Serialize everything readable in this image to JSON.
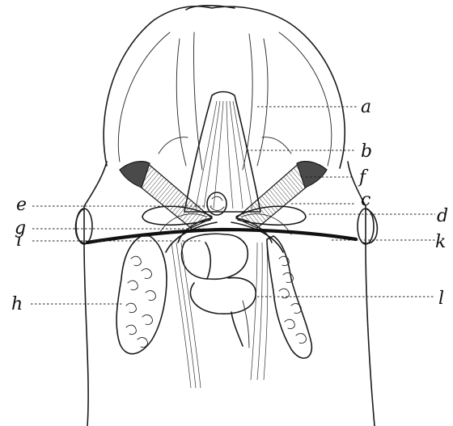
{
  "labels": {
    "a": "a",
    "b": "b",
    "f": "f",
    "c": "c",
    "d": "d",
    "e": "e",
    "g": "g",
    "i": "i",
    "k": "k",
    "h": "h",
    "l": "l"
  }
}
